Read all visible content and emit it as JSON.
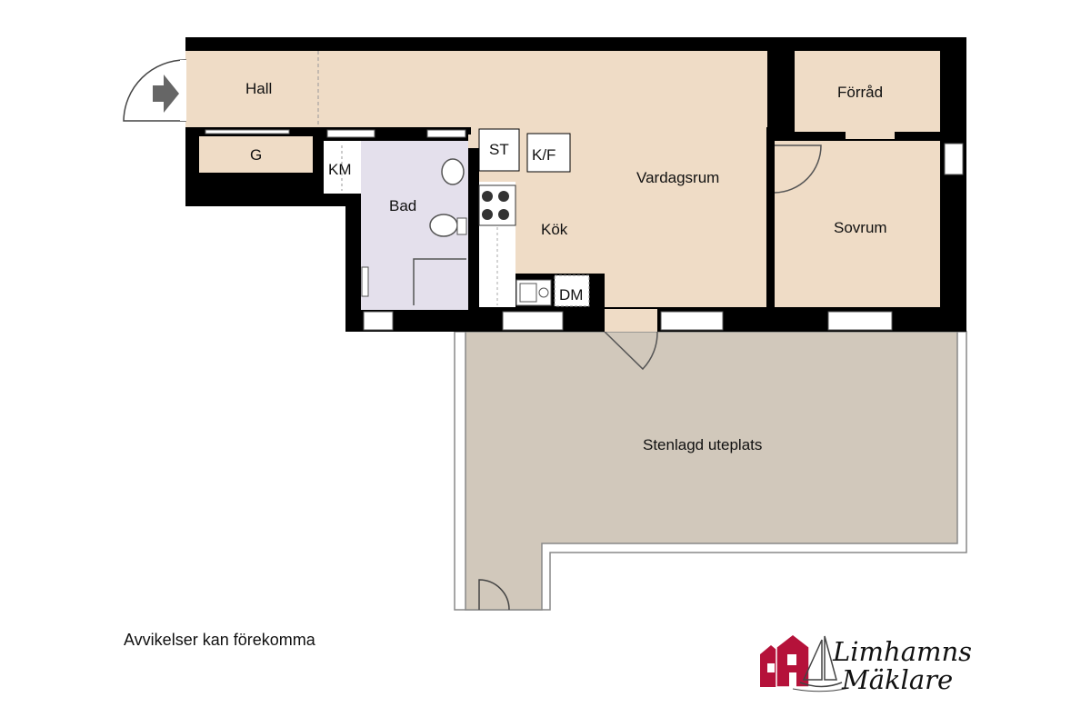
{
  "rooms": {
    "hall": "Hall",
    "garderob": "G",
    "forrad": "Förråd",
    "vardagsrum": "Vardagsrum",
    "kok": "Kök",
    "sovrum": "Sovrum",
    "bad": "Bad",
    "uteplats": "Stenlagd uteplats"
  },
  "fixtures": {
    "st": "ST",
    "kf": "K/F",
    "km": "KM",
    "dm": "DM"
  },
  "disclaimer": "Avvikelser kan förekomma",
  "logo": {
    "line1": "Limhamns",
    "line2": "Mäklare",
    "color": "#b5123a"
  },
  "colors": {
    "wall": "#000000",
    "living": "#efdcc6",
    "bath": "#e4e0ec",
    "terrace": "#d1c8bb"
  }
}
